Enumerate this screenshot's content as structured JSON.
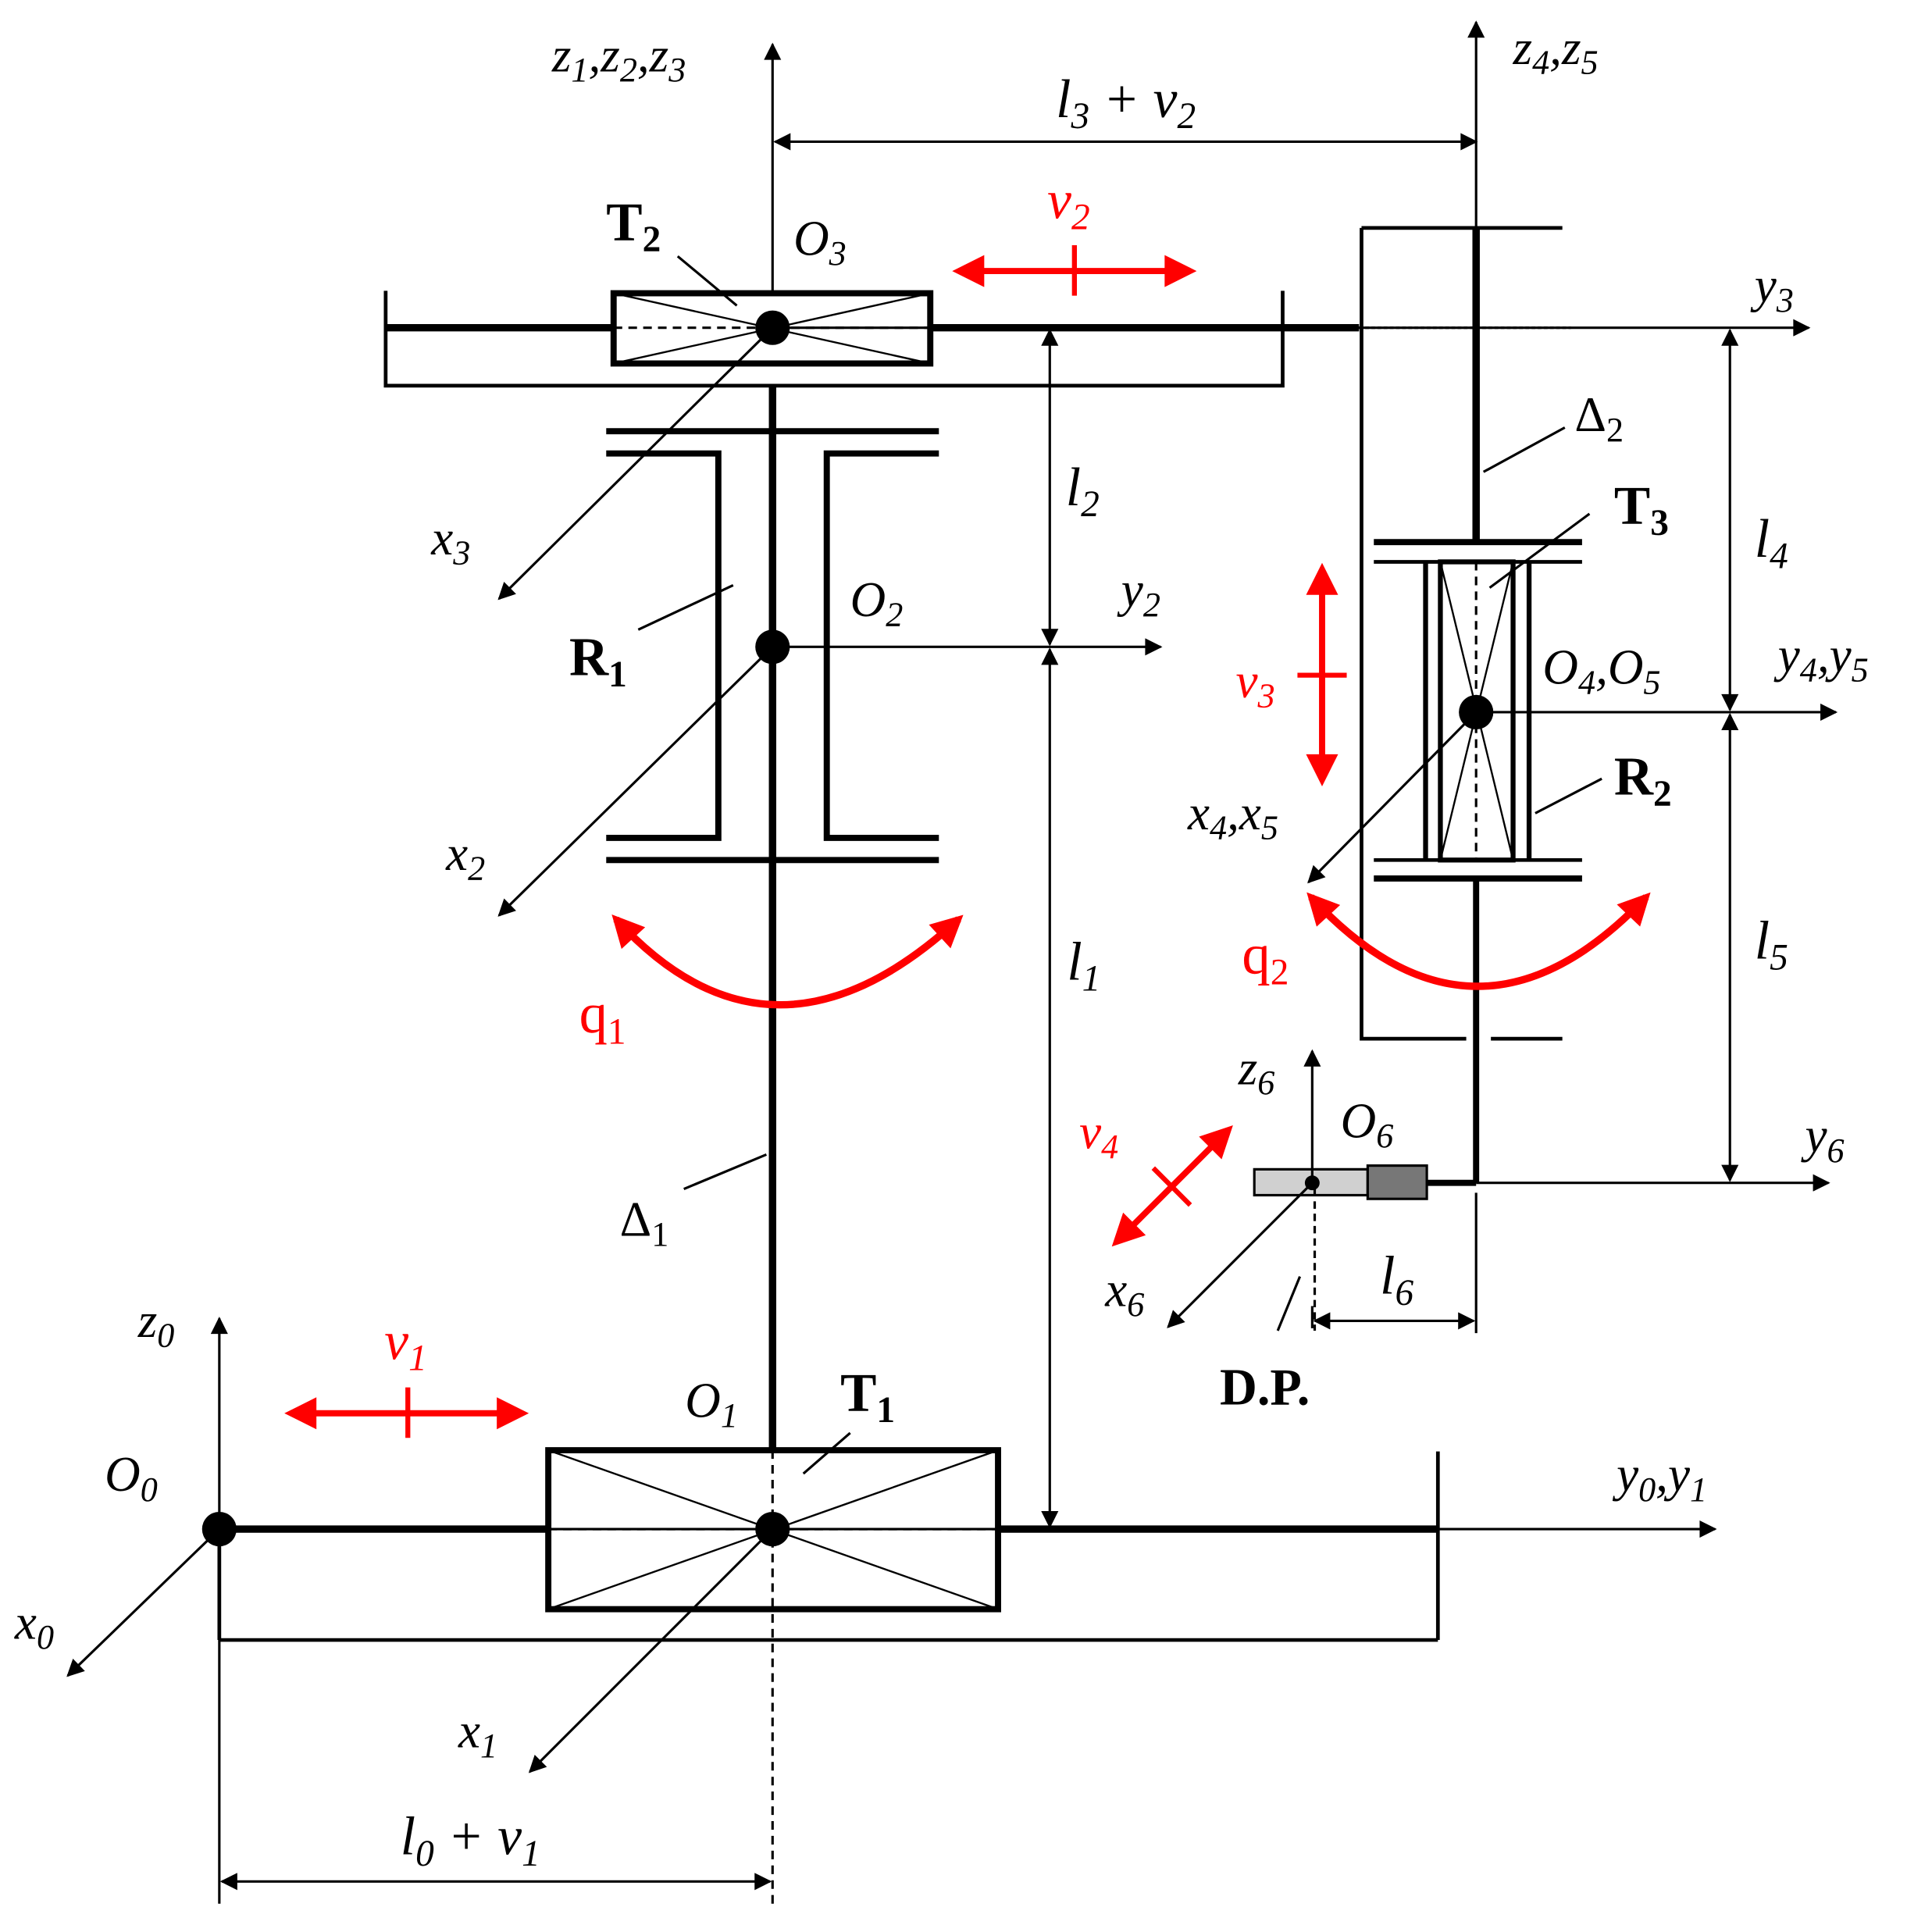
{
  "colors": {
    "line": "#000000",
    "motion": "#ff0000",
    "sensor_light": "#d0d0d0",
    "sensor_dark": "#777777"
  },
  "labels": {
    "z123": [
      "z",
      "1",
      ",z",
      "2",
      ",z",
      "3"
    ],
    "z45": [
      "z",
      "4",
      ",z",
      "5"
    ],
    "l3v2": [
      "l",
      "3",
      " + v",
      "2"
    ],
    "T2": [
      "T",
      "2"
    ],
    "O3": [
      "O",
      "3"
    ],
    "v2": [
      "v",
      "2"
    ],
    "y3": [
      "y",
      "3"
    ],
    "Delta2": [
      "Δ",
      "2"
    ],
    "T3": [
      "T",
      "3"
    ],
    "l2": [
      "l",
      "2"
    ],
    "x3": [
      "x",
      "3"
    ],
    "l4": [
      "l",
      "4"
    ],
    "R1": [
      "R",
      "1"
    ],
    "O2": [
      "O",
      "2"
    ],
    "y2": [
      "y",
      "2"
    ],
    "v3": [
      "v",
      "3"
    ],
    "O45": [
      "O",
      "4",
      ",O",
      "5"
    ],
    "y45": [
      "y",
      "4",
      ",y",
      "5"
    ],
    "R2": [
      "R",
      "2"
    ],
    "x45": [
      "x",
      "4",
      ",x",
      "5"
    ],
    "x2": [
      "x",
      "2"
    ],
    "l5": [
      "l",
      "5"
    ],
    "q2": [
      "q",
      "2"
    ],
    "l1": [
      "l",
      "1"
    ],
    "q1": [
      "q",
      "1"
    ],
    "z6": [
      "z",
      "6"
    ],
    "O6": [
      "O",
      "6"
    ],
    "v4": [
      "v",
      "4"
    ],
    "y6": [
      "y",
      "6"
    ],
    "Delta1": [
      "Δ",
      "1"
    ],
    "x6": [
      "x",
      "6"
    ],
    "l6": [
      "l",
      "6"
    ],
    "DP": "D.P.",
    "z0": [
      "z",
      "0"
    ],
    "v1": [
      "v",
      "1"
    ],
    "O1": [
      "O",
      "1"
    ],
    "T1": [
      "T",
      "1"
    ],
    "y01": [
      "y",
      "0",
      ",y",
      "1"
    ],
    "O0": [
      "O",
      "0"
    ],
    "x0": [
      "x",
      "0"
    ],
    "x1": [
      "x",
      "1"
    ],
    "l0v1": [
      "l",
      "0",
      " + v",
      "1"
    ]
  }
}
